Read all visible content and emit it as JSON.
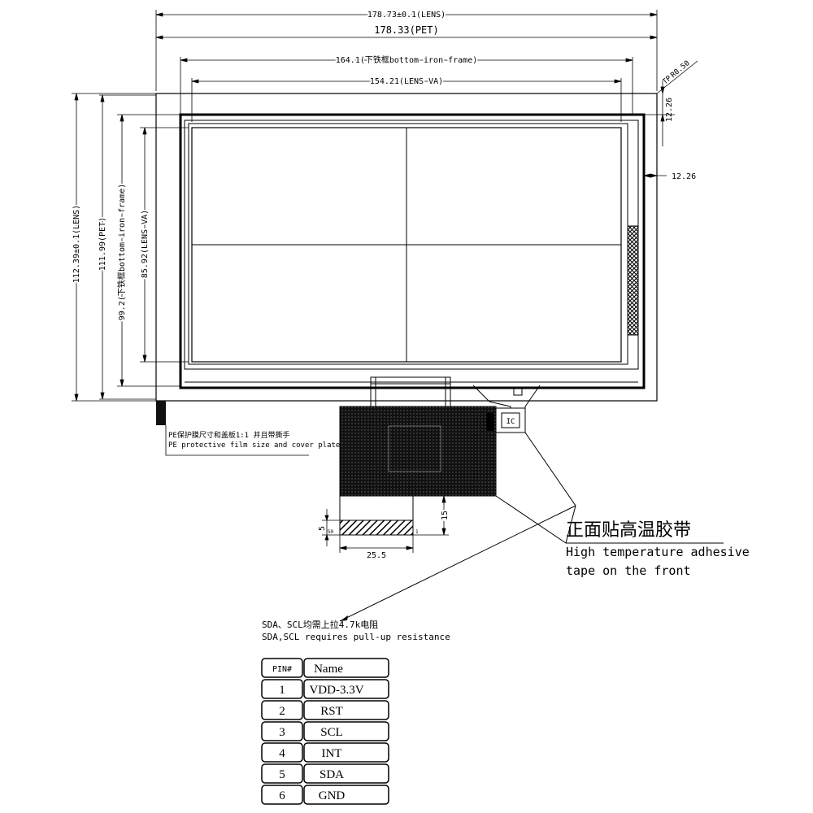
{
  "dimensions": {
    "lens_width": "178.73±0.1(LENS)",
    "pet_width": "178.33(PET)",
    "iron_width": "164.1(下铁框bottom iron frame)",
    "va_width": "154.21(LENS VA)",
    "lens_height": "112.39±0.1(LENS)",
    "pet_height": "111.99(PET)",
    "iron_height": "99.2(下铁框bottom iron frame)",
    "va_height": "85.92(LENS VA)",
    "corner_radius": "R0.50",
    "corner_prefix": "TP",
    "offset_top": "12.26",
    "offset_right": "12.26",
    "fpc_len": "15",
    "fpc_width": "25.5",
    "pin_pitch": "5"
  },
  "labels": {
    "ic": "IC",
    "pin_first": "1",
    "pin_last": "50"
  },
  "notes": {
    "pe_zh": "PE保护膜尺寸和盖板1:1 并且带撕手",
    "pe_en": "PE protective film size and cover platel:1",
    "tape_zh": "正面贴高温胶带",
    "tape_en_line1": "High temperature adhesive",
    "tape_en_line2": "tape on the front",
    "pull_zh": "SDA、SCL均需上拉4.7k电阻",
    "pull_en": "SDA,SCL requires pull-up resistance"
  },
  "pin_table": {
    "header_pin": "PIN#",
    "header_name": "Name",
    "rows": [
      {
        "pin": "1",
        "name": "VDD-3.3V"
      },
      {
        "pin": "2",
        "name": "RST"
      },
      {
        "pin": "3",
        "name": "SCL"
      },
      {
        "pin": "4",
        "name": "INT"
      },
      {
        "pin": "5",
        "name": "SDA"
      },
      {
        "pin": "6",
        "name": "GND"
      }
    ]
  }
}
